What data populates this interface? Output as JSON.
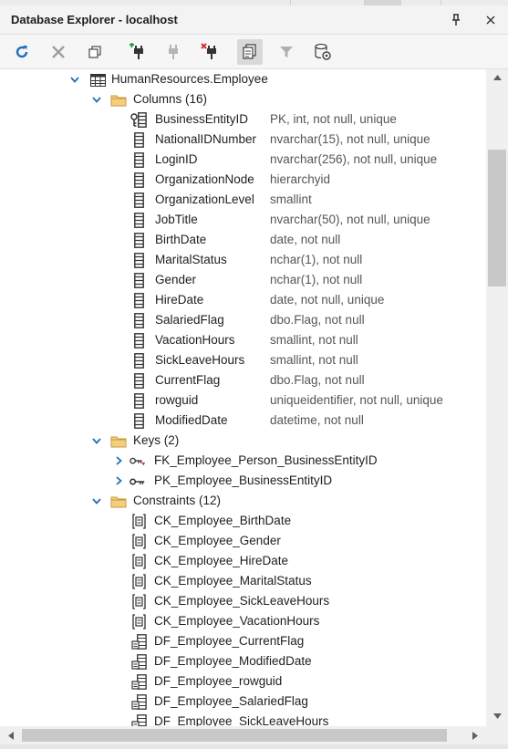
{
  "window": {
    "title": "Database Explorer - localhost"
  },
  "toolbar": {
    "buttons": [
      {
        "icon": "refresh-icon"
      },
      {
        "icon": "delete-icon"
      },
      {
        "icon": "duplicate-icon"
      },
      {
        "icon": "new-connection-icon"
      },
      {
        "icon": "connect-icon"
      },
      {
        "icon": "disconnect-icon"
      },
      {
        "icon": "copy-object-icon"
      },
      {
        "icon": "filter-icon"
      },
      {
        "icon": "database-settings-icon"
      }
    ]
  },
  "tree": {
    "table": {
      "label": "HumanResources.Employee",
      "icon": "table-icon"
    },
    "columns_folder": {
      "label": "Columns (16)"
    },
    "columns": [
      {
        "name": "BusinessEntityID",
        "type": "PK, int, not null, unique",
        "icon": "primary-key-column-icon"
      },
      {
        "name": "NationalIDNumber",
        "type": "nvarchar(15), not null, unique",
        "icon": "column-icon"
      },
      {
        "name": "LoginID",
        "type": "nvarchar(256), not null, unique",
        "icon": "column-icon"
      },
      {
        "name": "OrganizationNode",
        "type": "hierarchyid",
        "icon": "column-icon"
      },
      {
        "name": "OrganizationLevel",
        "type": "smallint",
        "icon": "column-icon"
      },
      {
        "name": "JobTitle",
        "type": "nvarchar(50), not null, unique",
        "icon": "column-icon"
      },
      {
        "name": "BirthDate",
        "type": "date, not null",
        "icon": "column-icon"
      },
      {
        "name": "MaritalStatus",
        "type": "nchar(1), not null",
        "icon": "column-icon"
      },
      {
        "name": "Gender",
        "type": "nchar(1), not null",
        "icon": "column-icon"
      },
      {
        "name": "HireDate",
        "type": "date, not null, unique",
        "icon": "column-icon"
      },
      {
        "name": "SalariedFlag",
        "type": "dbo.Flag, not null",
        "icon": "column-icon"
      },
      {
        "name": "VacationHours",
        "type": "smallint, not null",
        "icon": "column-icon"
      },
      {
        "name": "SickLeaveHours",
        "type": "smallint, not null",
        "icon": "column-icon"
      },
      {
        "name": "CurrentFlag",
        "type": "dbo.Flag, not null",
        "icon": "column-icon"
      },
      {
        "name": "rowguid",
        "type": "uniqueidentifier, not null, unique",
        "icon": "column-icon"
      },
      {
        "name": "ModifiedDate",
        "type": "datetime, not null",
        "icon": "column-icon"
      }
    ],
    "keys_folder": {
      "label": "Keys (2)"
    },
    "keys": [
      {
        "name": "FK_Employee_Person_BusinessEntityID",
        "icon": "foreign-key-icon"
      },
      {
        "name": "PK_Employee_BusinessEntityID",
        "icon": "primary-key-icon"
      }
    ],
    "constraints_folder": {
      "label": "Constraints (12)"
    },
    "constraints": [
      {
        "name": "CK_Employee_BirthDate",
        "icon": "check-constraint-icon"
      },
      {
        "name": "CK_Employee_Gender",
        "icon": "check-constraint-icon"
      },
      {
        "name": "CK_Employee_HireDate",
        "icon": "check-constraint-icon"
      },
      {
        "name": "CK_Employee_MaritalStatus",
        "icon": "check-constraint-icon"
      },
      {
        "name": "CK_Employee_SickLeaveHours",
        "icon": "check-constraint-icon"
      },
      {
        "name": "CK_Employee_VacationHours",
        "icon": "check-constraint-icon"
      },
      {
        "name": "DF_Employee_CurrentFlag",
        "icon": "default-constraint-icon"
      },
      {
        "name": "DF_Employee_ModifiedDate",
        "icon": "default-constraint-icon"
      },
      {
        "name": "DF_Employee_rowguid",
        "icon": "default-constraint-icon"
      },
      {
        "name": "DF_Employee_SalariedFlag",
        "icon": "default-constraint-icon"
      },
      {
        "name": "DF_Employee_SickLeaveHours",
        "icon": "default-constraint-icon"
      }
    ]
  },
  "colors": {
    "accent": "#1e70b8",
    "folder": "#e8b85a",
    "key": "#c0392b",
    "type_text": "#555555"
  }
}
